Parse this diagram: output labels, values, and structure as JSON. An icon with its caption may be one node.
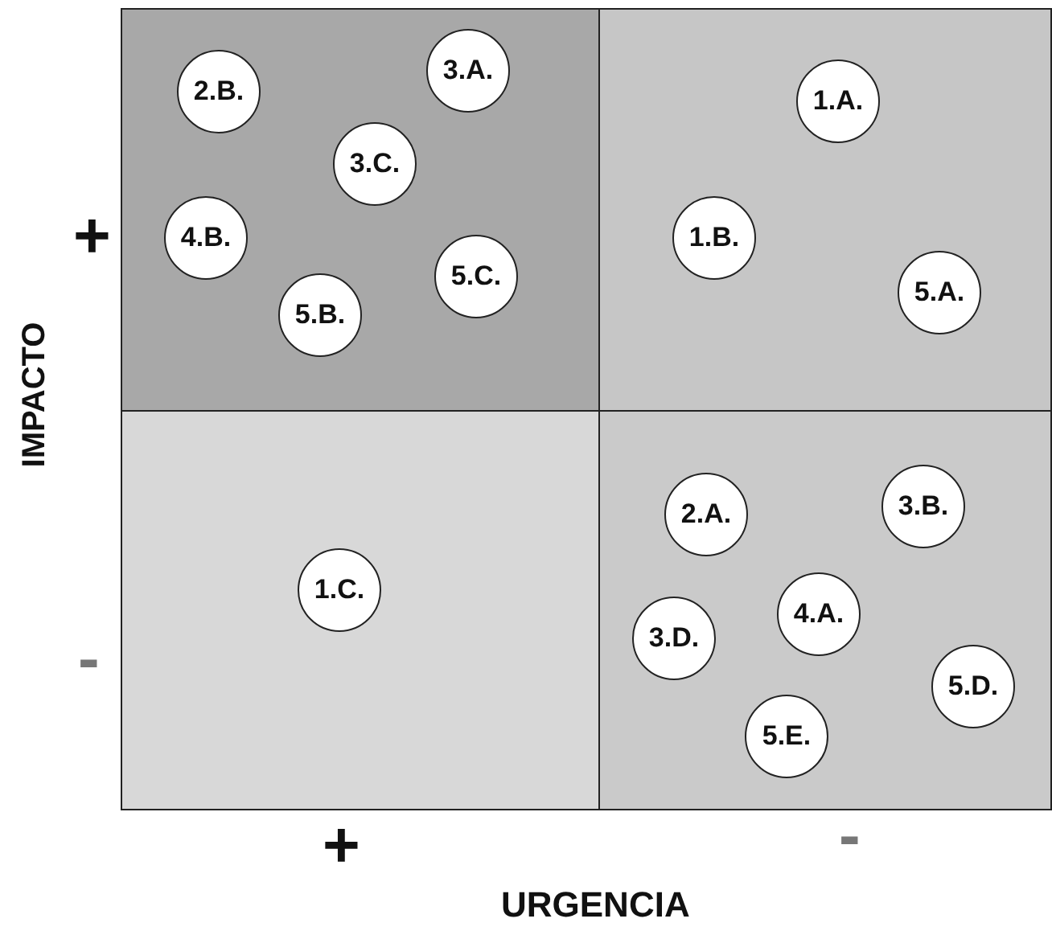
{
  "diagram": {
    "nodes": [
      {
        "text": [],
        "shape": "box"
      },
      {
        "text": [
          "2.B."
        ],
        "in": 0
      },
      {
        "text": [
          "3.A."
        ],
        "in": 0
      },
      {
        "text": [
          "3.C."
        ],
        "in": 0
      },
      {
        "text": [
          "4.B."
        ],
        "in": 0
      },
      {
        "text": [
          "5.C."
        ],
        "in": 0
      },
      {
        "text": [
          "5.B."
        ],
        "in": 0
      },
      {
        "text": [],
        "shape": "box"
      },
      {
        "text": [
          "1.A."
        ],
        "in": 7
      },
      {
        "text": [
          "1.B."
        ],
        "in": 7
      },
      {
        "text": [
          "5.A."
        ],
        "in": 7
      },
      {
        "text": [],
        "shape": "box"
      },
      {
        "text": [
          "1.C."
        ],
        "in": 11
      },
      {
        "text": [],
        "shape": "box"
      },
      {
        "text": [
          "2.A."
        ],
        "in": 13
      },
      {
        "text": [
          "3.B."
        ],
        "in": 13
      },
      {
        "text": [
          "4.A."
        ],
        "in": 13
      },
      {
        "text": [
          "3.D."
        ],
        "in": 13
      },
      {
        "text": [
          "5.D."
        ],
        "in": 13
      },
      {
        "text": [
          "5.E."
        ],
        "in": 13
      }
    ],
    "labels": [
      "+",
      "IMPACTO",
      "-",
      "+",
      "-",
      "URGENCIA"
    ]
  }
}
